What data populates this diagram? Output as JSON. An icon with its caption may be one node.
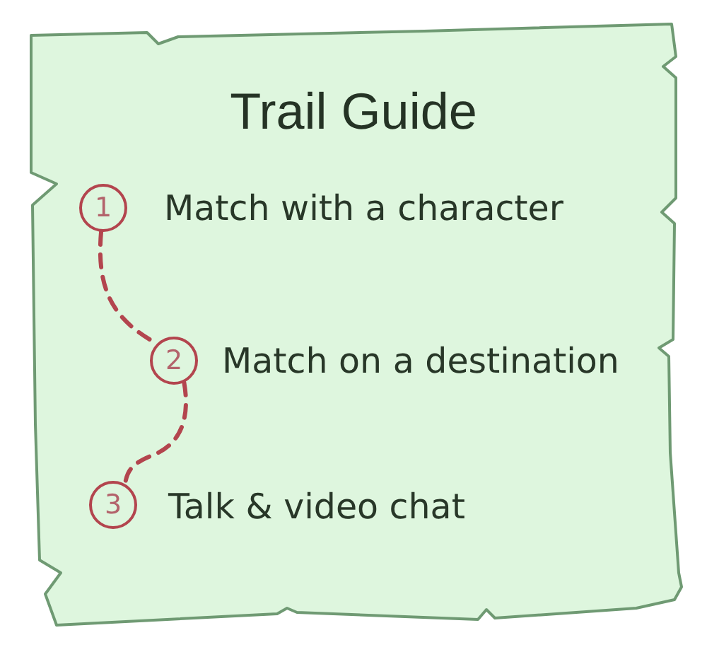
{
  "diagram": {
    "title": "Trail Guide",
    "nodes": [
      {
        "text": [
          "1"
        ],
        "beside": [
          "Match with a character"
        ]
      },
      {
        "text": [
          "2"
        ],
        "beside": [
          "Match on a destination"
        ]
      },
      {
        "text": [
          "3"
        ],
        "beside": [
          "Talk & video chat"
        ]
      }
    ],
    "edges": [
      {
        "from": 0,
        "to": 1,
        "arrow": "none",
        "style": "dashed"
      },
      {
        "from": 1,
        "to": 2,
        "arrow": "none",
        "style": "dashed"
      }
    ]
  }
}
